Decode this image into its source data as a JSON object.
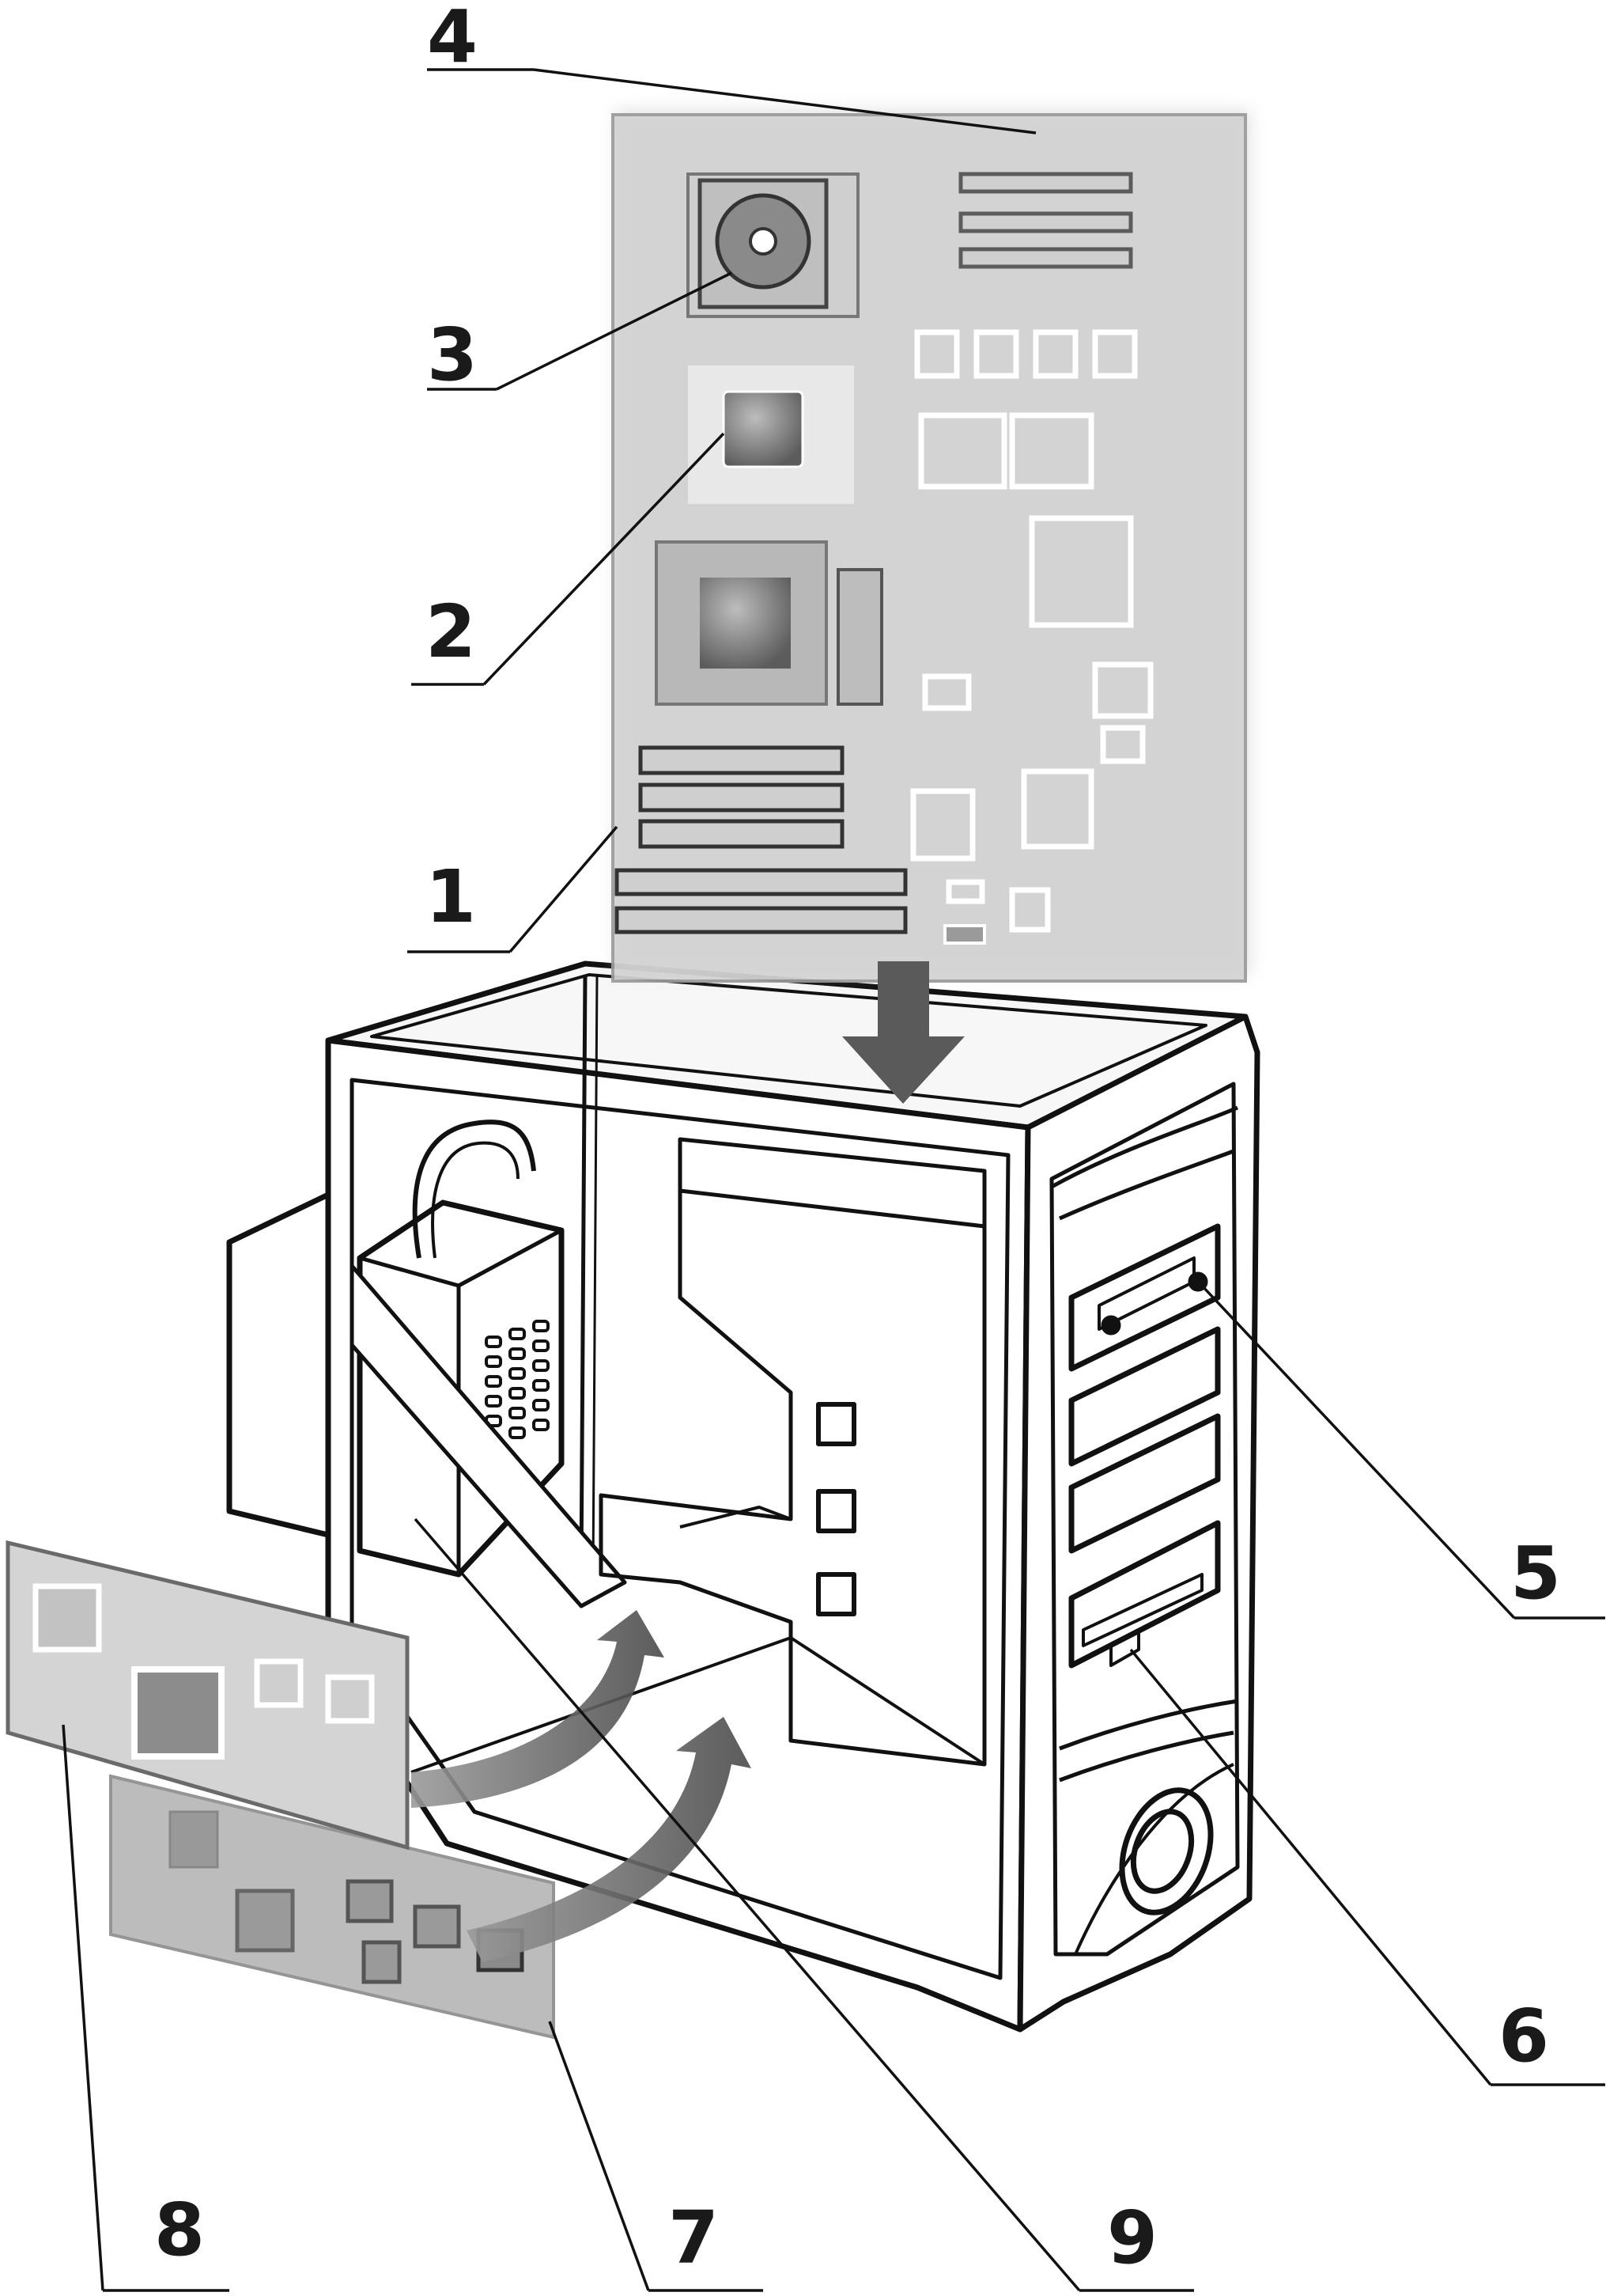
{
  "callouts": [
    {
      "id": "1",
      "label": "1"
    },
    {
      "id": "2",
      "label": "2"
    },
    {
      "id": "3",
      "label": "3"
    },
    {
      "id": "4",
      "label": "4"
    },
    {
      "id": "5",
      "label": "5"
    },
    {
      "id": "6",
      "label": "6"
    },
    {
      "id": "7",
      "label": "7"
    },
    {
      "id": "8",
      "label": "8"
    },
    {
      "id": "9",
      "label": "9"
    }
  ],
  "colors": {
    "line": "#111111",
    "board": "#d2d2d2",
    "board_edge": "#9a9a9a",
    "chip_dark": "#6e6e6e",
    "arrow": "#5a5a5a"
  }
}
